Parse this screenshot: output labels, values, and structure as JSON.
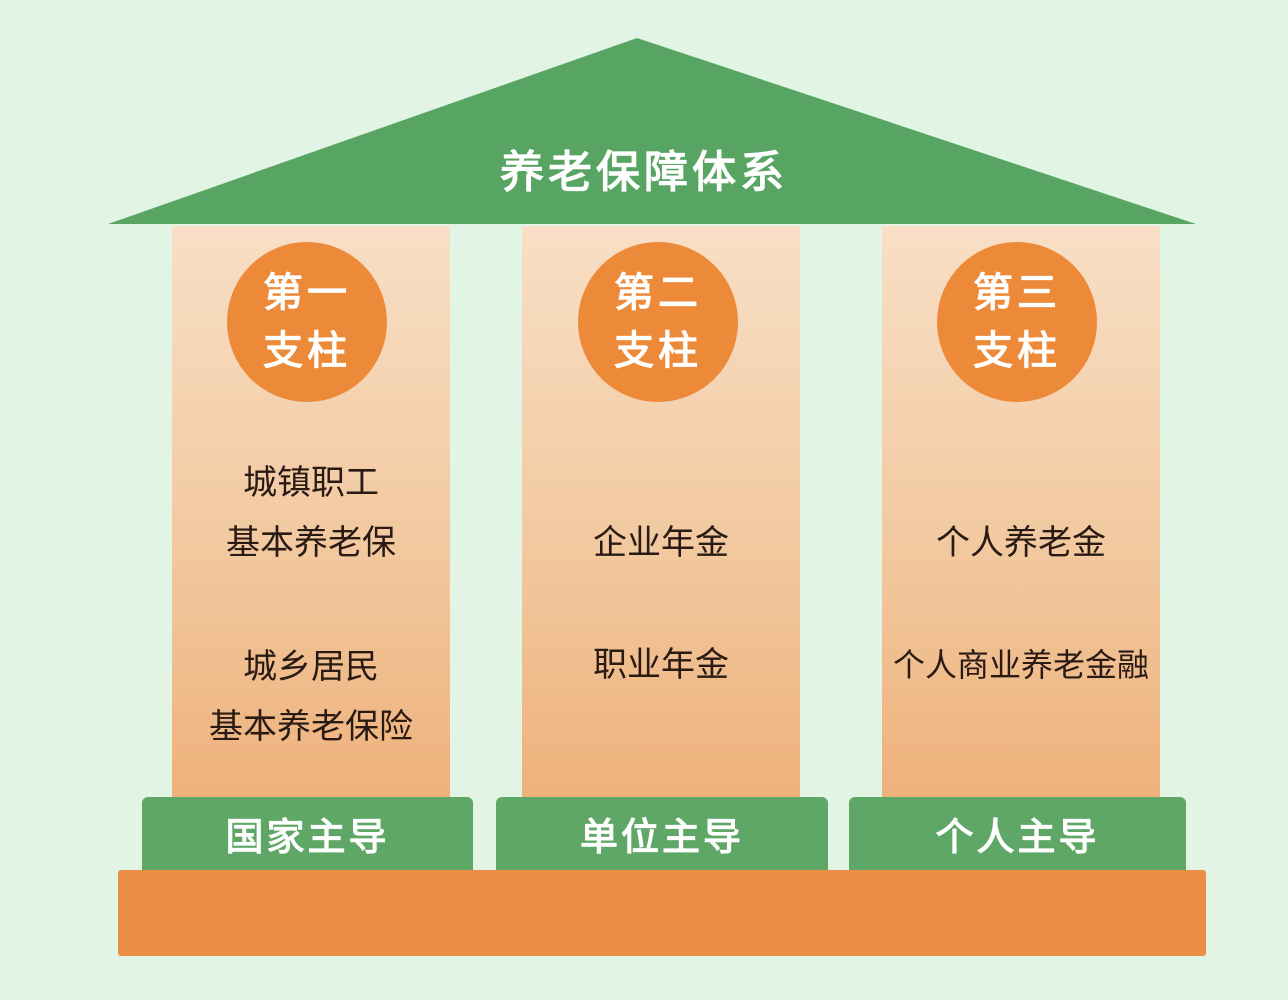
{
  "roof": {
    "title": "养老保障体系"
  },
  "colors": {
    "background": "#e2f5e4",
    "roof_green": "#58a563",
    "base_green": "#5fa766",
    "circle_orange": "#ec8a39",
    "plinth_orange": "#ec8f46",
    "text_dark": "#2a1a14"
  },
  "pillars": [
    {
      "badge": [
        "第一",
        "支柱"
      ],
      "items": [
        "城镇职工",
        "基本养老保",
        "城乡居民",
        "基本养老保险"
      ],
      "base_label": "国家主导"
    },
    {
      "badge": [
        "第二",
        "支柱"
      ],
      "items": [
        "企业年金",
        "职业年金"
      ],
      "base_label": "单位主导"
    },
    {
      "badge": [
        "第三",
        "支柱"
      ],
      "items": [
        "个人养老金",
        "个人商业养老金融"
      ],
      "base_label": "个人主导"
    }
  ]
}
